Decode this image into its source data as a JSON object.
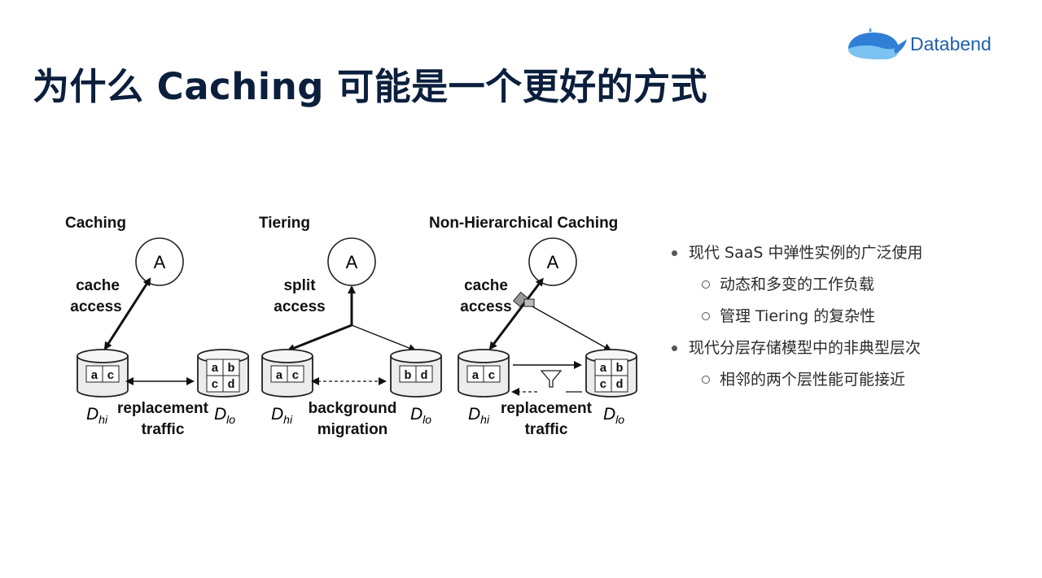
{
  "slide": {
    "title": "为什么 Caching 可能是一个更好的方式"
  },
  "logo": {
    "text": "Databend"
  },
  "diagram": {
    "panels": [
      {
        "title": "Caching",
        "node": "A",
        "access_label_1": "cache",
        "access_label_2": "access",
        "hi_cells": [
          "a",
          "c"
        ],
        "lo_cells": [
          "a",
          "b",
          "c",
          "d"
        ],
        "hi_label": "D",
        "hi_sub": "hi",
        "lo_label": "D",
        "lo_sub": "lo",
        "bottom_label_1": "replacement",
        "bottom_label_2": "traffic"
      },
      {
        "title": "Tiering",
        "node": "A",
        "access_label_1": "split",
        "access_label_2": "access",
        "hi_cells": [
          "a",
          "c"
        ],
        "lo_cells": [
          "b",
          "d"
        ],
        "hi_label": "D",
        "hi_sub": "hi",
        "lo_label": "D",
        "lo_sub": "lo",
        "bottom_label_1": "background",
        "bottom_label_2": "migration"
      },
      {
        "title": "Non-Hierarchical Caching",
        "node": "A",
        "access_label_1": "cache",
        "access_label_2": "access",
        "hi_cells": [
          "a",
          "c"
        ],
        "lo_cells": [
          "a",
          "b",
          "c",
          "d"
        ],
        "hi_label": "D",
        "hi_sub": "hi",
        "lo_label": "D",
        "lo_sub": "lo",
        "bottom_label_1": "replacement",
        "bottom_label_2": "traffic"
      }
    ]
  },
  "bullets": [
    {
      "level": 1,
      "text": "现代 SaaS 中弹性实例的广泛使用"
    },
    {
      "level": 2,
      "text": "动态和多变的工作负载"
    },
    {
      "level": 2,
      "text": "管理 Tiering 的复杂性"
    },
    {
      "level": 1,
      "text": "现代分层存储模型中的非典型层次"
    },
    {
      "level": 2,
      "text": "相邻的两个层性能可能接近"
    }
  ],
  "colors": {
    "title": "#0b1f3d",
    "brand": "#1f5fae",
    "text": "#2b2b2b"
  }
}
